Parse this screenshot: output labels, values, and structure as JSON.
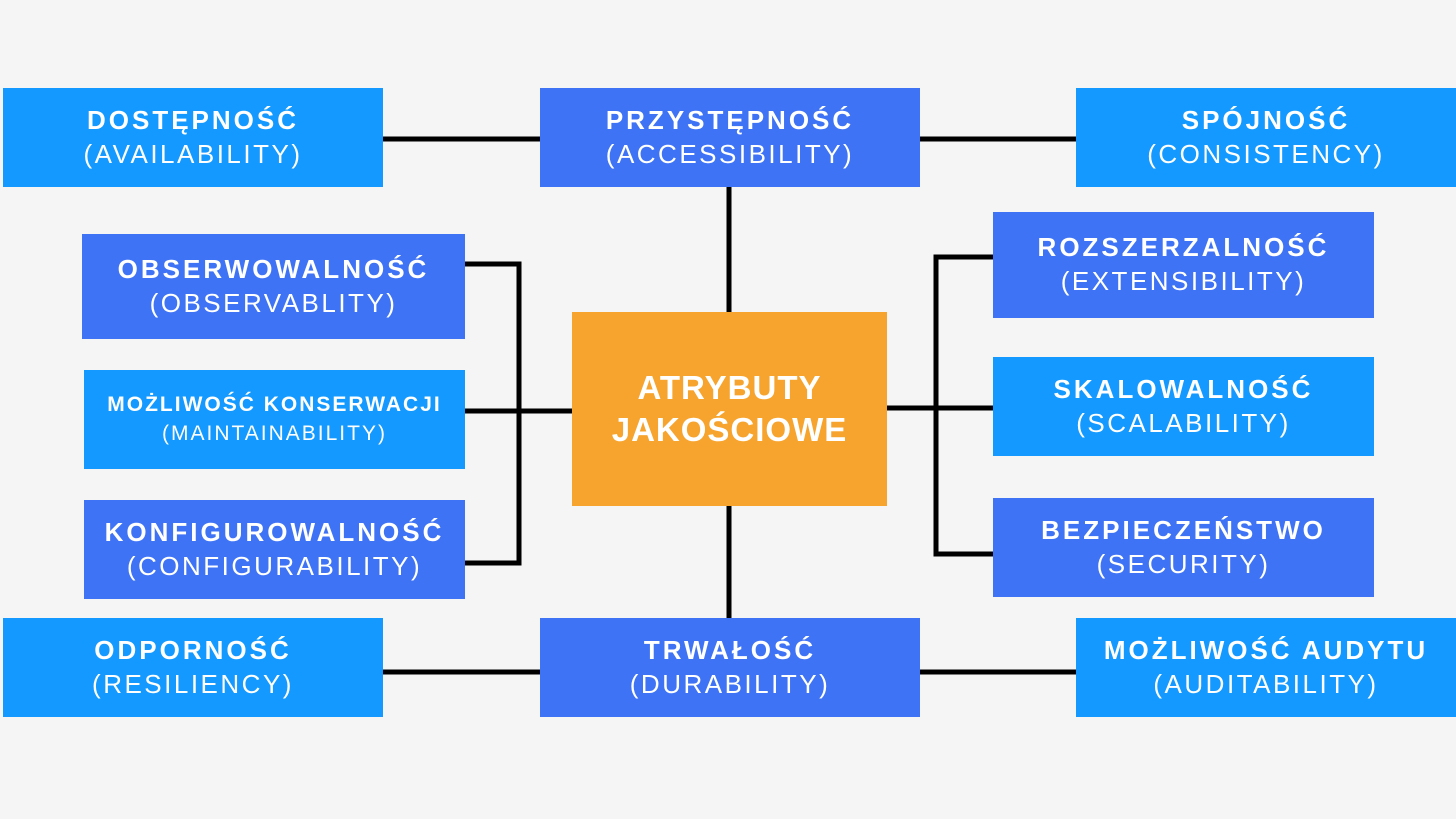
{
  "diagram": {
    "center": {
      "title_line1": "ATRYBUTY",
      "title_line2": "JAKOŚCIOWE"
    },
    "nodes": [
      {
        "id": "availability",
        "title": "DOSTĘPNOŚĆ",
        "subtitle": "(AVAILABILITY)"
      },
      {
        "id": "accessibility",
        "title": "PRZYSTĘPNOŚĆ",
        "subtitle": "(ACCESSIBILITY)"
      },
      {
        "id": "consistency",
        "title": "SPÓJNOŚĆ",
        "subtitle": "(CONSISTENCY)"
      },
      {
        "id": "observability",
        "title": "OBSERWOWALNOŚĆ",
        "subtitle": "(OBSERVABLITY)"
      },
      {
        "id": "maintainability",
        "title": "MOŻLIWOŚĆ KONSERWACJI",
        "subtitle": "(MAINTAINABILITY)"
      },
      {
        "id": "configurability",
        "title": "KONFIGUROWALNOŚĆ",
        "subtitle": "(CONFIGURABILITY)"
      },
      {
        "id": "extensibility",
        "title": "ROZSZERZALNOŚĆ",
        "subtitle": "(EXTENSIBILITY)"
      },
      {
        "id": "scalability",
        "title": "SKALOWALNOŚĆ",
        "subtitle": "(SCALABILITY)"
      },
      {
        "id": "security",
        "title": "BEZPIECZEŃSTWO",
        "subtitle": "(SECURITY)"
      },
      {
        "id": "resiliency",
        "title": "ODPORNOŚĆ",
        "subtitle": "(RESILIENCY)"
      },
      {
        "id": "durability",
        "title": "TRWAŁOŚĆ",
        "subtitle": "(DURABILITY)"
      },
      {
        "id": "auditability",
        "title": "MOŻLIWOŚĆ AUDYTU",
        "subtitle": "(AUDITABILITY)"
      }
    ]
  },
  "colors": {
    "background": "#f5f5f5",
    "node_blue": "#3f73f5",
    "node_light_blue": "#1399ff",
    "center_orange": "#f6a42d",
    "connector": "#000000",
    "text": "#ffffff"
  }
}
